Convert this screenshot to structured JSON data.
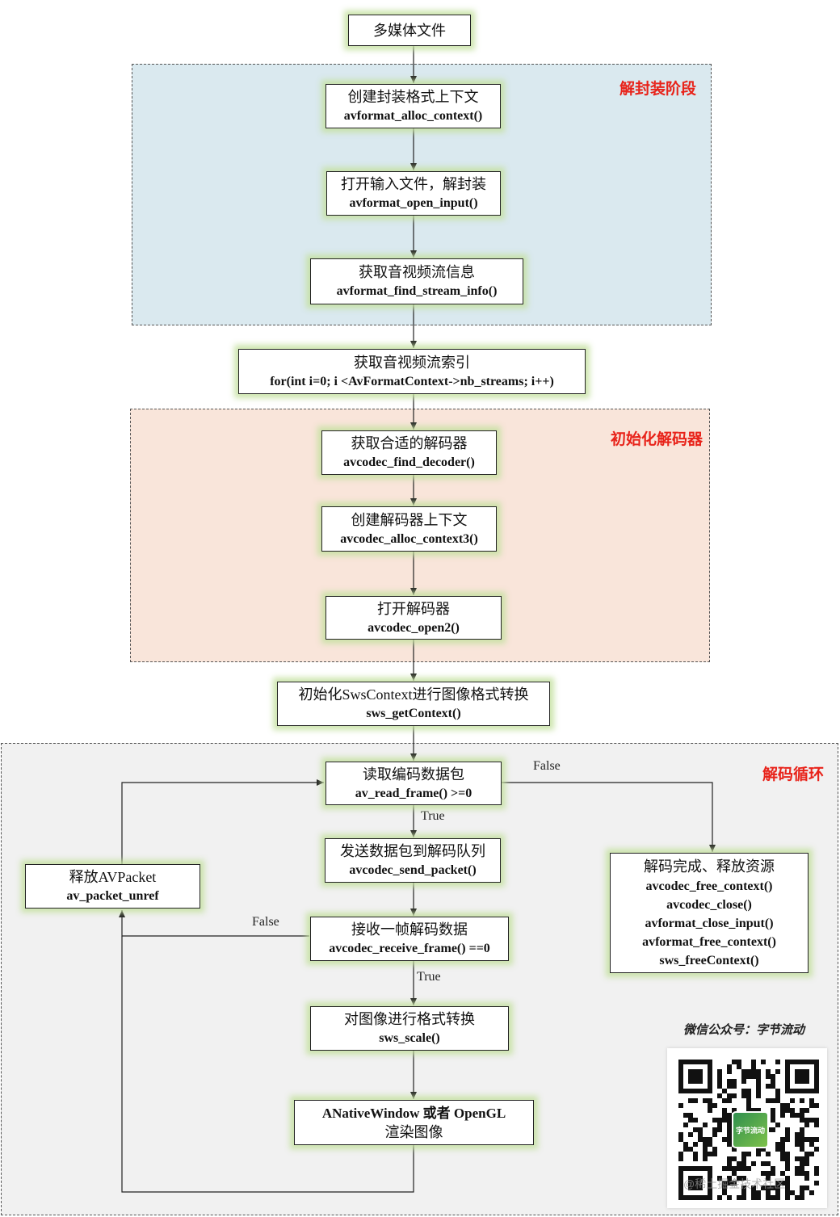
{
  "regions": {
    "demux": {
      "label": "解封装阶段"
    },
    "init_decoder": {
      "label": "初始化解码器"
    },
    "decode_loop": {
      "label": "解码循环"
    }
  },
  "nodes": {
    "media_file": {
      "line1": "多媒体文件"
    },
    "alloc_context": {
      "line1": "创建封装格式上下文",
      "line2": "avformat_alloc_context()"
    },
    "open_input": {
      "line1": "打开输入文件，解封装",
      "line2": "avformat_open_input()"
    },
    "find_stream_info": {
      "line1": "获取音视频流信息",
      "line2": "avformat_find_stream_info()"
    },
    "stream_index": {
      "line1": "获取音视频流索引",
      "line2": "for(int i=0; i <AvFormatContext->nb_streams; i++)"
    },
    "find_decoder": {
      "line1": "获取合适的解码器",
      "line2": "avcodec_find_decoder()"
    },
    "alloc_codec_context": {
      "line1": "创建解码器上下文",
      "line2": "avcodec_alloc_context3()"
    },
    "open_decoder": {
      "line1": "打开解码器",
      "line2": "avcodec_open2()"
    },
    "sws_context": {
      "line1": "初始化SwsContext进行图像格式转换",
      "line2": "sws_getContext()"
    },
    "read_frame": {
      "line1": "读取编码数据包",
      "line2": "av_read_frame() >=0"
    },
    "send_packet": {
      "line1": "发送数据包到解码队列",
      "line2": "avcodec_send_packet()"
    },
    "receive_frame": {
      "line1": "接收一帧解码数据",
      "line2": "avcodec_receive_frame() ==0"
    },
    "sws_scale": {
      "line1": "对图像进行格式转换",
      "line2": "sws_scale()"
    },
    "render": {
      "line1": "ANativeWindow 或者 OpenGL",
      "line2": "渲染图像"
    },
    "packet_unref": {
      "line1": "释放AVPacket",
      "line2": "av_packet_unref"
    },
    "release": {
      "line1": "解码完成、释放资源",
      "lines": [
        "avcodec_free_context()",
        "avcodec_close()",
        "avformat_close_input()",
        "avformat_free_context()",
        "sws_freeContext()"
      ]
    }
  },
  "edge_labels": {
    "read_true": "True",
    "read_false": "False",
    "receive_true": "True",
    "receive_false": "False"
  },
  "watermark": {
    "caption": "微信公众号：字节流动",
    "qr_logo_text": "字节流动",
    "qr_overlay_text": "@稀土掘金技术社区"
  },
  "colors": {
    "demux_bg": "#dae9ef",
    "init_bg": "#f9e5da",
    "loop_bg": "#f1f1f1",
    "label_red": "#e8231a",
    "node_glow": "#c4e0a0"
  }
}
